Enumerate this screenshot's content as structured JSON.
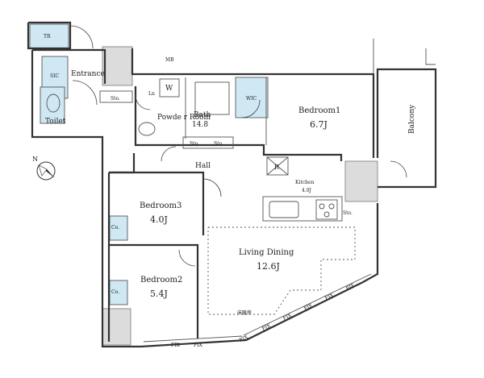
{
  "rooms": {
    "tr": "TR",
    "sic": "SIC",
    "entrance": "Entrance",
    "toilet": "Toilet",
    "mb": "MB",
    "sto_entry": "Sto.",
    "w": "W",
    "powder_room": "Powde r\nRoom",
    "ln": "Ln",
    "bath": "Bath",
    "bath_size": "14.8",
    "wic": "WIC",
    "bedroom1": "Bedroom1",
    "bedroom1_size": "6.7J",
    "balcony": "Balcony",
    "sto_hall_1": "Sto.",
    "sto_hall_2": "Sto.",
    "hall": "Hall",
    "r": "R",
    "kitchen": "Kitchen",
    "kitchen_size": "4.0J",
    "sto_kitchen": "Sto.",
    "bedroom3": "Bedroom3",
    "bedroom3_size": "4.0J",
    "co_1": "Co.",
    "living_dining": "Living Dining",
    "living_dining_size": "12.6J",
    "floor_heating": "床暖房",
    "bedroom2": "Bedroom2",
    "bedroom2_size": "5.4J",
    "co_2": "Co."
  },
  "window_marks": [
    "FIX",
    "FIX",
    "FIX",
    "FIX",
    "FIX",
    "FIX",
    "FIX",
    "FIX"
  ],
  "compass": {
    "label": "N"
  },
  "colors": {
    "wall": "#333333",
    "wet_area": "#cfe8f3",
    "shaft": "#dcdcdc"
  }
}
